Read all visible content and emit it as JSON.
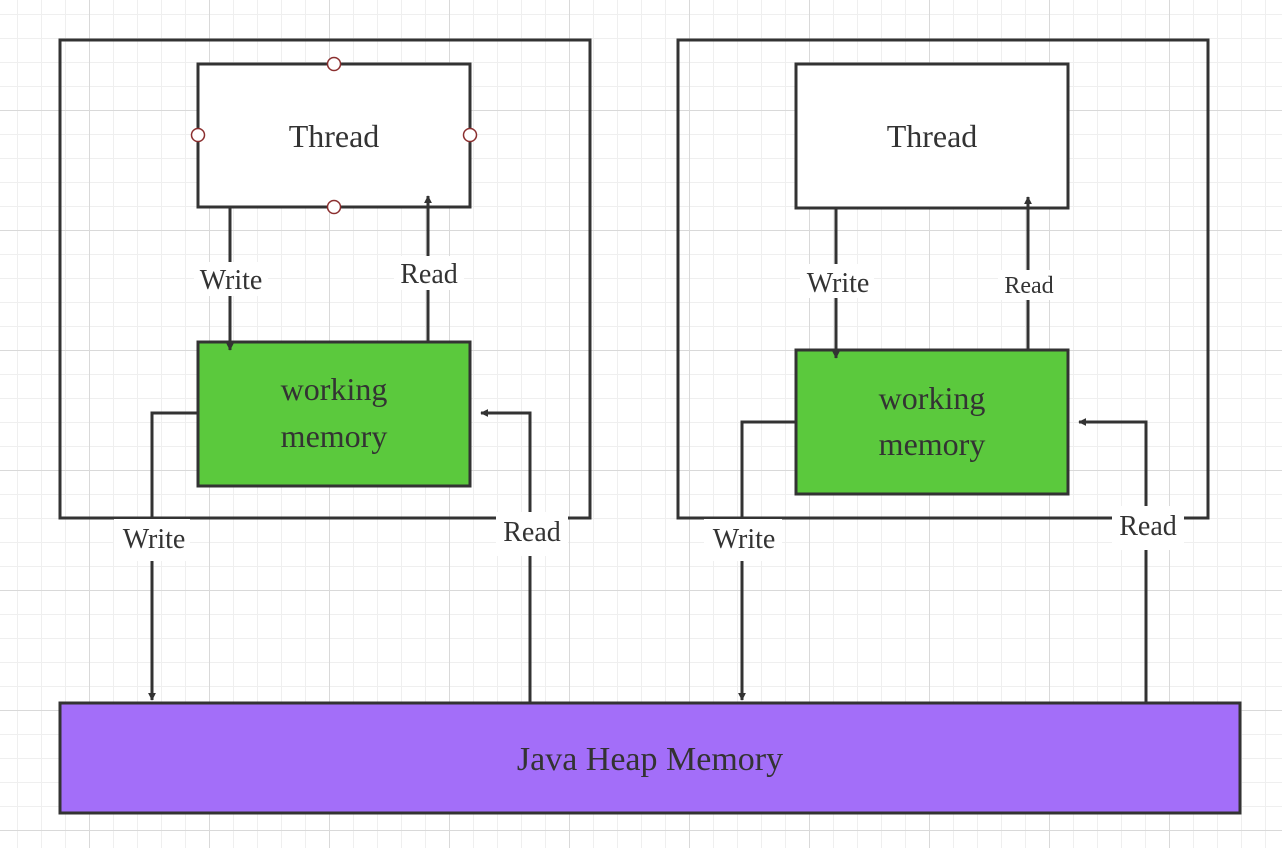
{
  "diagram": {
    "colors": {
      "stroke": "#333333",
      "working_memory_fill": "#5bc93d",
      "heap_fill": "#a36ef9",
      "box_fill": "#ffffff",
      "handle_stroke": "#8b2f2f"
    },
    "left_panel": {
      "thread_label": "Thread",
      "working_memory_line1": "working",
      "working_memory_line2": "memory",
      "thread_write_label": "Write",
      "thread_read_label": "Read",
      "heap_write_label": "Write",
      "heap_read_label": "Read"
    },
    "right_panel": {
      "thread_label": "Thread",
      "working_memory_line1": "working",
      "working_memory_line2": "memory",
      "thread_write_label": "Write",
      "thread_read_label": "Read",
      "heap_write_label": "Write",
      "heap_read_label": "Read"
    },
    "heap": {
      "label": "Java Heap Memory"
    }
  }
}
